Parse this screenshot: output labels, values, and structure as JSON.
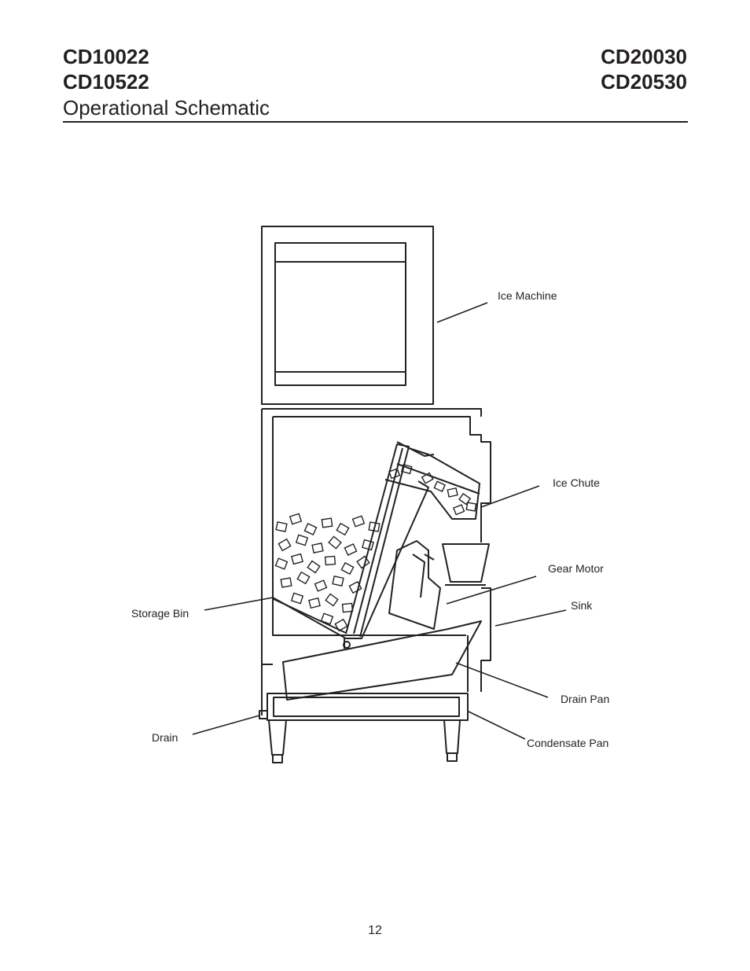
{
  "header": {
    "models_left": [
      "CD10022",
      "CD10522"
    ],
    "models_right": [
      "CD20030",
      "CD20530"
    ],
    "subtitle": "Operational Schematic"
  },
  "schematic": {
    "labels": {
      "ice_machine": "Ice Machine",
      "ice_chute": "Ice Chute",
      "gear_motor": "Gear Motor",
      "sink": "Sink",
      "storage_bin": "Storage Bin",
      "drain_pan": "Drain Pan",
      "drain": "Drain",
      "condensate_pan": "Condensate Pan"
    }
  },
  "footer": {
    "page_number": "12"
  }
}
